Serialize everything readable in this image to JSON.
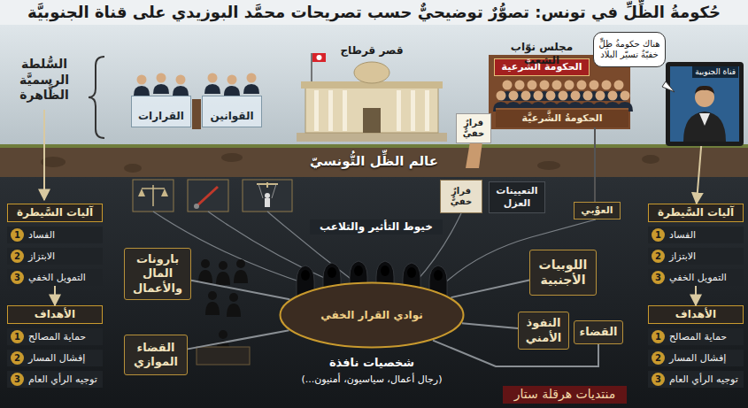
{
  "diagram": {
    "title": "حُكومةُ الظِّلِّ في تونس: تصوُّرٌ توضيحيٌّ حسب تصريحات محمَّد البوزيدي على قناة الجنوبيَّة",
    "nodes": [
      {
        "text": [
          "القرارات"
        ]
      },
      {
        "text": [
          "القوانين"
        ]
      },
      {
        "text": [
          "الحكومة الشَّرعية"
        ]
      },
      {
        "text": [
          "الحكومةُ الشَّرعيَّة"
        ]
      },
      {
        "text": [
          "هناك حكومةُ ظِلٍّ خفيّةٌ تسيّر البلاد"
        ]
      },
      {
        "text": [
          "قناة الجنوبية"
        ]
      },
      {
        "text": [
          "قرارٌ خفيٌّ"
        ]
      },
      {
        "text": [
          "عالم الظِّل التُّونسيّ"
        ]
      },
      {
        "text": [
          "آليات السَّيطرة"
        ]
      },
      {
        "text": [
          "1",
          "الفساد"
        ]
      },
      {
        "text": [
          "2",
          "الابتزاز"
        ]
      },
      {
        "text": [
          "3",
          "التمويل الخفي"
        ]
      },
      {
        "text": [
          "الأهداف"
        ]
      },
      {
        "text": [
          "1",
          "حماية المصالح"
        ]
      },
      {
        "text": [
          "2",
          "إفشال المسار"
        ]
      },
      {
        "text": [
          "3",
          "توجيه الرأي العام"
        ]
      },
      {
        "text": [
          "قرارٌ خفيٌّ"
        ]
      },
      {
        "text": [
          "التعيينات",
          "العزل"
        ]
      },
      {
        "text": [
          "العوْبي"
        ]
      },
      {
        "text": [
          "آليات السَّيطرة"
        ]
      },
      {
        "text": [
          "1",
          "الفساد"
        ]
      },
      {
        "text": [
          "2",
          "الابتزاز"
        ]
      },
      {
        "text": [
          "3",
          "التمويل الخفي"
        ]
      },
      {
        "text": [
          "الأهداف"
        ]
      },
      {
        "text": [
          "1",
          "حماية المصالح"
        ]
      },
      {
        "text": [
          "2",
          "إفشال المسار"
        ]
      },
      {
        "text": [
          "3",
          "توجيه الرأي العام"
        ]
      },
      {
        "text": [
          "بارونات المال والأعمال"
        ]
      },
      {
        "text": [
          "اللوبيات الأجنبية"
        ]
      },
      {
        "text": [
          "النفوذ الأمني"
        ]
      },
      {
        "text": [
          "القضاء الموازي"
        ]
      },
      {
        "text": [
          "القضاء"
        ]
      },
      {
        "text": [
          "نوادي القرار الخفي"
        ]
      }
    ],
    "edges": [
      {
        "from": 5,
        "to": 19,
        "arrow": "to"
      },
      {
        "from": 11,
        "to": 12,
        "arrow": "to"
      },
      {
        "from": 22,
        "to": 23,
        "arrow": "to"
      },
      {
        "from": 32,
        "to": 27,
        "arrow": "none"
      },
      {
        "from": 32,
        "to": 28,
        "arrow": "none"
      },
      {
        "from": 32,
        "to": 29,
        "arrow": "none"
      },
      {
        "from": 32,
        "to": 30,
        "arrow": "none"
      },
      {
        "from": 32,
        "to": 31,
        "arrow": "none"
      }
    ],
    "labels": [
      "السُّلطة الرسميَّة الظَّاهرة",
      "قصر قرطاج",
      "مجلس نوّاب الشعب",
      "خيوط التأثير والتلاعب",
      "شخصيات نافذة",
      "(رجال أعمال، سياسيون، أمنيون...)",
      "منتديات هرقلة ستار"
    ]
  }
}
